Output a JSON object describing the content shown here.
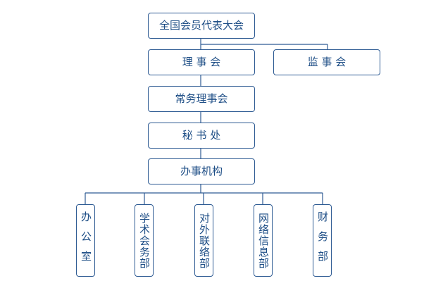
{
  "diagram": {
    "nodes": {
      "congress": "全国会员代表大会",
      "council": "理 事 会",
      "supervisory": "监 事 会",
      "standing_council": "常务理事会",
      "secretariat": "秘 书 处",
      "office_agency": "办事机构",
      "dept_office": "办公室",
      "dept_academic": "学术会务部",
      "dept_external": "对外联络部",
      "dept_network": "网络信息部",
      "dept_finance": "财务部"
    },
    "colors": {
      "border": "#2e5b93",
      "text": "#1e4e86",
      "line": "#2e5b93"
    }
  }
}
